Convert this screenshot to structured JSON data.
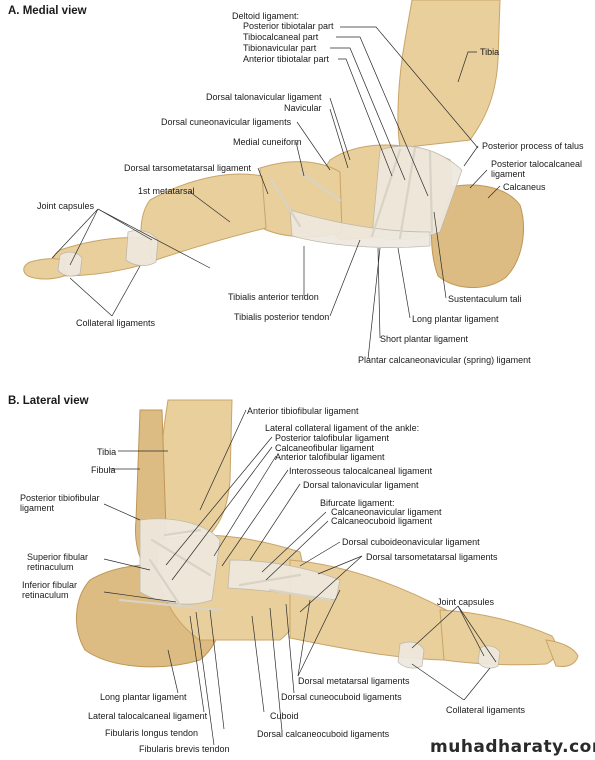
{
  "medial": {
    "heading": "A. Medial view",
    "labels": {
      "deltoid": "Deltoid ligament:",
      "post_tibiotalar": "Posterior tibiotalar part",
      "tibiocalcaneal": "Tibiocalcaneal part",
      "tibionavicular": "Tibionavicular part",
      "ant_tibiotalar": "Anterior tibiotalar part",
      "tibia": "Tibia",
      "dorsal_talonavicular": "Dorsal talonavicular ligament",
      "navicular": "Navicular",
      "dorsal_cuneonavicular": "Dorsal cuneonavicular ligaments",
      "medial_cuneiform": "Medial cuneiform",
      "post_process_talus": "Posterior process of talus",
      "post_talocalcaneal_1": "Posterior talocalcaneal",
      "post_talocalcaneal_2": "ligament",
      "dorsal_tarsometatarsal": "Dorsal tarsometatarsal ligament",
      "calcaneus": "Calcaneus",
      "first_metatarsal": "1st metatarsal",
      "joint_capsules": "Joint capsules",
      "sustentaculum": "Sustentaculum tali",
      "tibialis_anterior": "Tibialis anterior tendon",
      "long_plantar": "Long plantar ligament",
      "collateral": "Collateral ligaments",
      "tibialis_posterior": "Tibialis posterior tendon",
      "short_plantar": "Short plantar ligament",
      "spring": "Plantar calcaneonavicular (spring) ligament"
    }
  },
  "lateral": {
    "heading": "B. Lateral view",
    "labels": {
      "ant_tibiofibular": "Anterior tibiofibular ligament",
      "lat_collateral": "Lateral collateral ligament of the ankle:",
      "post_talofibular": "Posterior talofibular ligament",
      "calcaneofibular": "Calcaneofibular ligament",
      "ant_talofibular": "Anterior talofibular ligament",
      "tibia": "Tibia",
      "fibula": "Fibula",
      "interosseous": "Interosseous talocalcaneal ligament",
      "post_tibiofibular_1": "Posterior tibiofibular",
      "post_tibiofibular_2": "ligament",
      "dorsal_talonavicular": "Dorsal talonavicular ligament",
      "bifurcate": "Bifurcate ligament:",
      "calcaneonavicular": "Calcaneonavicular ligament",
      "calcaneocuboid": "Calcaneocuboid ligament",
      "sup_fibular_1": "Superior fibular",
      "sup_fibular_2": "retinaculum",
      "dorsal_cuboideonavicular": "Dorsal cuboideonavicular ligament",
      "dorsal_tarsometatarsal": "Dorsal tarsometatarsal ligaments",
      "inf_fibular_1": "Inferior fibular",
      "inf_fibular_2": "retinaculum",
      "joint_capsules": "Joint capsules",
      "dorsal_metatarsal": "Dorsal metatarsal ligaments",
      "long_plantar": "Long plantar ligament",
      "dorsal_cuneocuboid": "Dorsal cuneocuboid ligaments",
      "collateral": "Collateral ligaments",
      "lat_talocalcaneal": "Lateral talocalcaneal ligament",
      "cuboid": "Cuboid",
      "fibularis_longus": "Fibularis longus tendon",
      "dorsal_calcaneocuboid": "Dorsal calcaneocuboid ligaments",
      "fibularis_brevis": "Fibularis brevis tendon"
    }
  },
  "watermark": "muhadharaty.com",
  "colors": {
    "bone": "#e8cf9c",
    "ligament": "#eee9df",
    "text": "#1a1a1a"
  }
}
